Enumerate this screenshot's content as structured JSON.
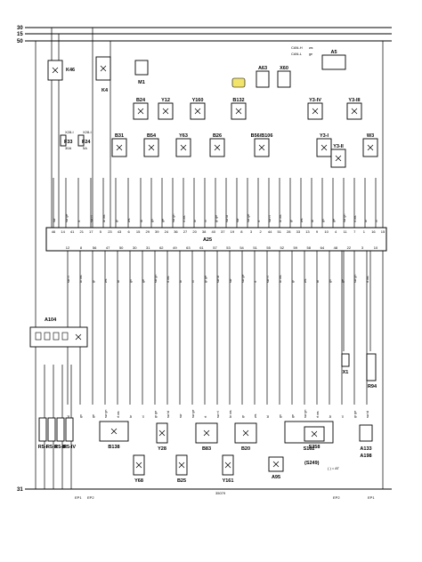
{
  "diagram": {
    "rails": [
      "30",
      "15",
      "50",
      "31"
    ],
    "ecu": {
      "label": "A25",
      "top_pins": [
        "46",
        "14",
        "41",
        "21",
        "17",
        "5",
        "23",
        "43",
        "6",
        "15",
        "29",
        "39",
        "24",
        "36",
        "27",
        "20",
        "38",
        "40",
        "37",
        "19",
        "8",
        "3",
        "2",
        "44",
        "51",
        "28",
        "33",
        "13",
        "9",
        "10",
        "4",
        "11",
        "7",
        "1",
        "16",
        "15"
      ],
      "bottom_pins": [
        "12",
        "8",
        "56",
        "47",
        "50",
        "30",
        "31",
        "62",
        "49",
        "63",
        "61",
        "57",
        "53",
        "54",
        "51",
        "55",
        "52",
        "59",
        "58",
        "64",
        "48",
        "22",
        "3",
        "10"
      ]
    },
    "relays": {
      "k46": "K46",
      "k4": "K4",
      "a104": "A104"
    },
    "fuses": {
      "f33": {
        "name": "F33",
        "rating": "30A",
        "loc": "X28-I"
      },
      "f24": {
        "name": "F24",
        "rating": "5A",
        "loc": "X28-I"
      }
    },
    "components_top": [
      "B24",
      "Y12",
      "Y160",
      "B132",
      "M1",
      "A63",
      "X60",
      "A5",
      "Y3-IV",
      "Y3-III",
      "B31",
      "B54",
      "Y63",
      "B26",
      "B56",
      "B106",
      "Y3-I",
      "Y3-II",
      "W3"
    ],
    "components_bottom": [
      "R5-I",
      "R5-II",
      "R5-III",
      "R5-IV",
      "B138",
      "Y28",
      "B83",
      "B20",
      "S162",
      "Y68",
      "B25",
      "Y161",
      "A95",
      "S258",
      "S249",
      "X1",
      "R94",
      "A133",
      "A198"
    ],
    "can": {
      "h": "CAN-H",
      "l": "CAN-L",
      "wire_h": "ws",
      "wire_l": "ge"
    },
    "grounds": [
      "EP1",
      "EP2",
      "EP2",
      "EP1"
    ],
    "notes": {
      "drawing_no": "35079",
      "at_note": "( ) = AT",
      "s_alt": "(S249)"
    },
    "wire_colors_sample": [
      "sw",
      "sw ge",
      "rt",
      "sw rt",
      "br ws",
      "gr",
      "ws",
      "bl",
      "gn",
      "ge",
      "sw gn",
      "rt ws",
      "br",
      "vi",
      "gr ge",
      "sw bl"
    ]
  }
}
